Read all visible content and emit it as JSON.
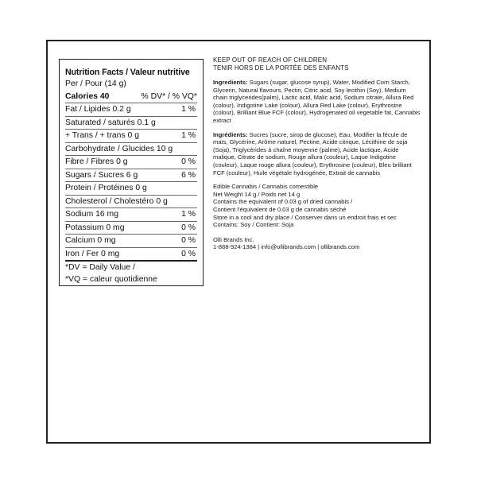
{
  "nutrition": {
    "title": "Nutrition Facts / Valeur nutritive",
    "serving": "Per / Pour (14 g)",
    "calories_label": "Calories 40",
    "dv_header": "% DV* / % VQ*",
    "rows": [
      {
        "label": "Fat / Lipides 0.2 g",
        "dv": "1 %"
      },
      {
        "label": "Saturated / saturés 0.1 g",
        "dv": ""
      },
      {
        "label": "+ Trans / + trans 0 g",
        "dv": "1 %"
      },
      {
        "label": "Carbohydrate / Glucides 10 g",
        "dv": ""
      },
      {
        "label": "Fibre / Fibres  0 g",
        "dv": "0 %"
      },
      {
        "label": "Sugars / Sucres  6 g",
        "dv": "6 %"
      },
      {
        "label": "Protein / Protéines 0 g",
        "dv": ""
      },
      {
        "label": "Cholesterol / Cholestéro 0 g",
        "dv": ""
      },
      {
        "label": "Sodium 16 mg",
        "dv": "1 %"
      },
      {
        "label": "Potassium 0 mg",
        "dv": "0 %"
      },
      {
        "label": "Calcium  0 mg",
        "dv": "0 %"
      },
      {
        "label": "Iron / Fer  0 mg",
        "dv": "0 %"
      }
    ],
    "footnote_1": "*DV = Daily Value /",
    "footnote_2": "*VQ = caleur quotidienne"
  },
  "label": {
    "warning_en": "KEEP OUT OF REACH OF CHILDREN",
    "warning_fr": "TENIR HORS DE LA PORTÉE DES ENFANTS",
    "ingredients_en_head": "Ingredients:",
    "ingredients_en_body": " Sugars (sugar, glucose syrup), Water, Modified Corn Starch, Glycerin, Natural flavours, Pectin, Citric acid, Soy lecithin (Soy), Medium chain triglycerides(palm), Lactic acid, Malic acid, Sodium citrate, Allura Red (colour),  Indigotine Lake (colour), Allura Red Lake (colour), Erythrosine (colour), Brilliant Blue FCF (colour), Hydrogenated oil vegetable fat, Cannabis extract",
    "ingredients_fr_head": "Ingrédients:",
    "ingredients_fr_body": " Sucres (sucre, sirop de glucose), Eau, Modifier la fécule de maïs, Glycérine, Arôme naturel, Pectine, Acide citrique, Lécithine de soja (Soja), Triglycérides à chaîne moyenne (palme),  Acide lactique, Acide malique, Citrate de sodium, Rouge allura (couleur), Laque Indigotine (couleur), Laque rouge allura (couleur), Erythrosine (couleur), Bleu brilliant FCF (couleur), Huile végétale hydrogénée, Extrait de cannabis",
    "edible": "Edible Cannabis / Cannabis comestible",
    "net_weight": "Net Weight 14 g / Poids net 14 g",
    "equiv_en": "Contains the equivalent of 0.03 g of dried cannabis /",
    "equiv_fr": "Contient l'équivalent de 0.03 g de cannabis séché",
    "storage": "Store in a cool and dry place / Conserver dans un endroit frais et sec",
    "contains": "Contains: Soy / Contient: Soja",
    "company": "Olli Brands Inc.",
    "contact": "1-888-924-1384 | info@ollibrands.com | ollibrands.com"
  }
}
